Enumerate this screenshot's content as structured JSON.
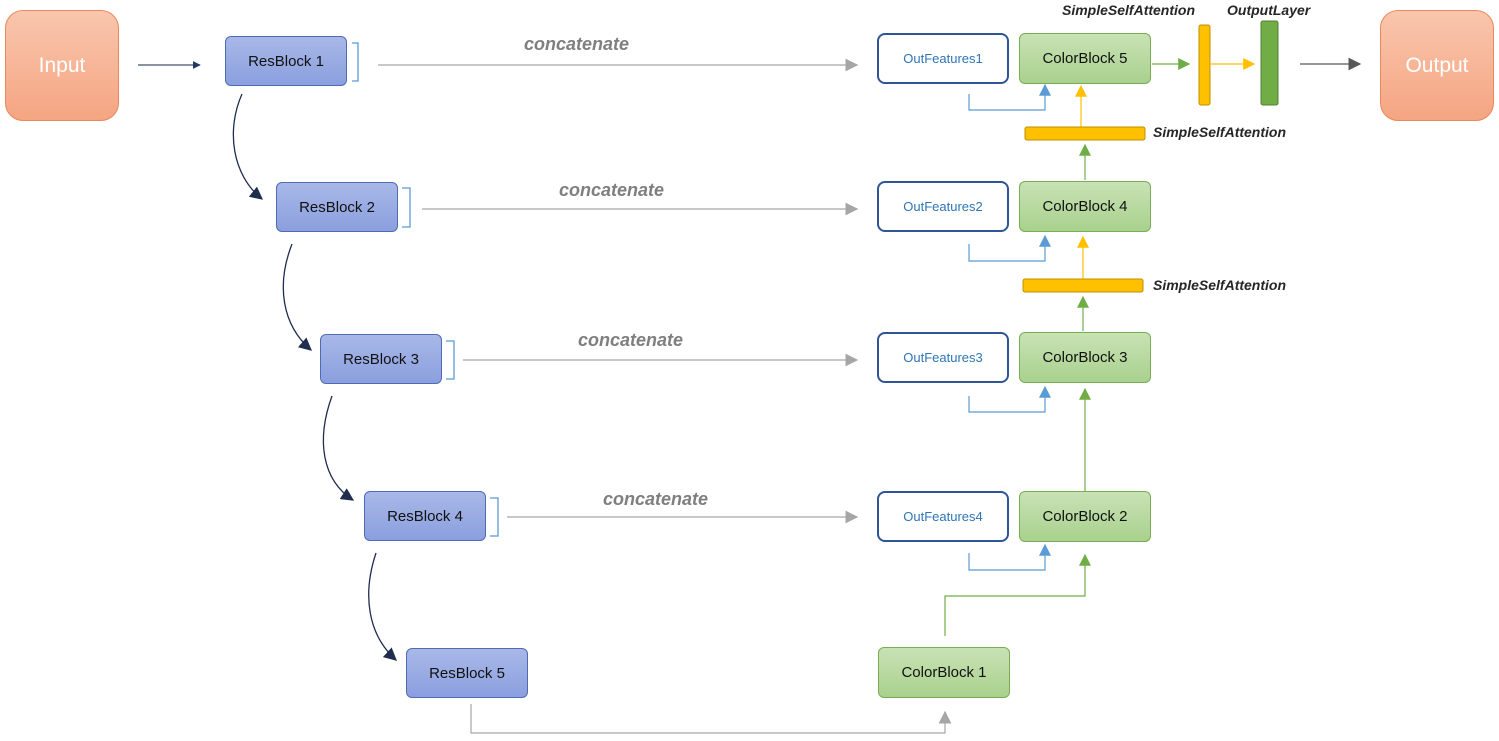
{
  "input_label": "Input",
  "output_label": "Output",
  "res_blocks": [
    "ResBlock 1",
    "ResBlock 2",
    "ResBlock 3",
    "ResBlock 4",
    "ResBlock 5"
  ],
  "out_features": [
    "OutFeatures1",
    "OutFeatures2",
    "OutFeatures3",
    "OutFeatures4"
  ],
  "color_blocks": [
    "ColorBlock 1",
    "ColorBlock 2",
    "ColorBlock 3",
    "ColorBlock 4",
    "ColorBlock 5"
  ],
  "concat_label": "concatenate",
  "ssa_label": "SimpleSelfAttention",
  "output_layer_label": "OutputLayer",
  "colors": {
    "io_fill": "#f6ad8c",
    "res_fill": "#8fa2df",
    "color_fill": "#a9d18e",
    "ssa_fill": "#ffc000",
    "output_layer_fill": "#70ad47",
    "concat_arrow": "#a6a6a6",
    "skip_arrow": "#203864",
    "feature_arrow": "#5b9bd5",
    "green_arrow": "#70ad47",
    "yellow_arrow": "#ffc000"
  }
}
